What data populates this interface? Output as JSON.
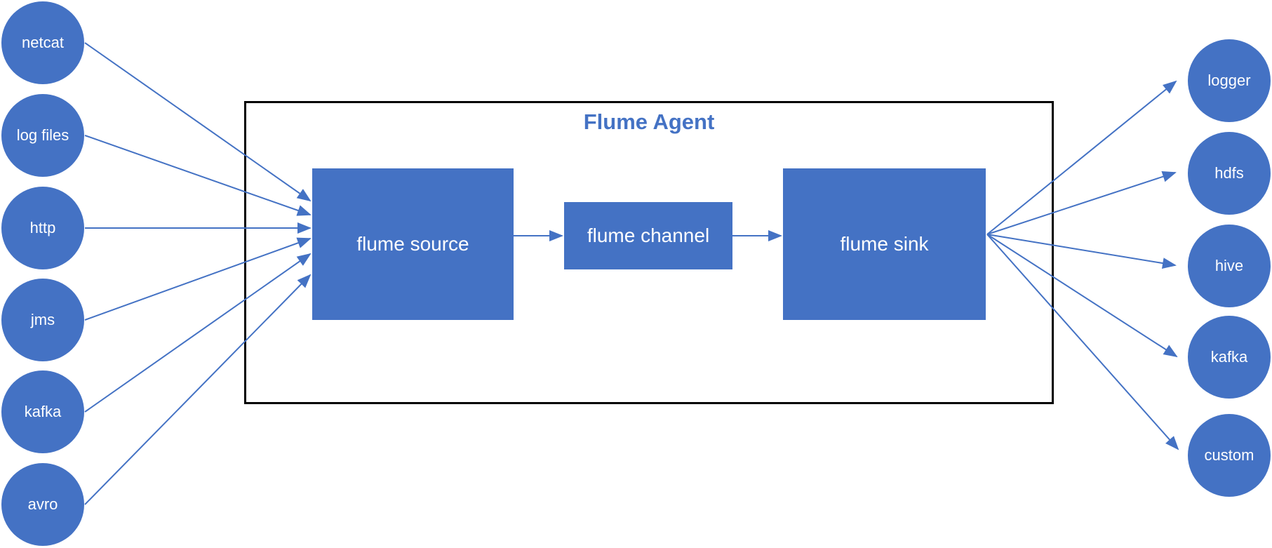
{
  "agent": {
    "title": "Flume Agent"
  },
  "components": {
    "source": "flume source",
    "channel": "flume channel",
    "sink": "flume sink"
  },
  "inputs": [
    "netcat",
    "log files",
    "http",
    "jms",
    "kafka",
    "avro"
  ],
  "outputs": [
    "logger",
    "hdfs",
    "hive",
    "kafka",
    "custom"
  ],
  "colors": {
    "node_fill": "#4472c4",
    "node_text": "#ffffff",
    "frame_border": "#000000",
    "title_text": "#4472c4"
  }
}
